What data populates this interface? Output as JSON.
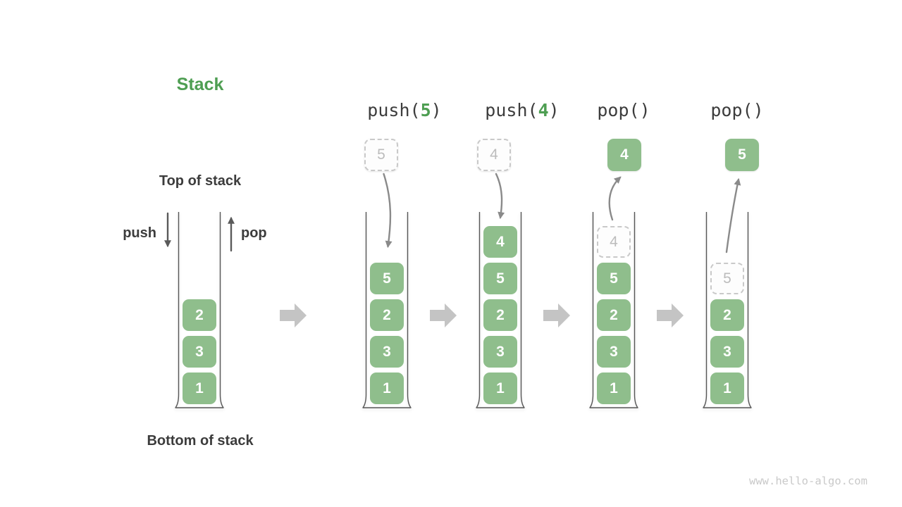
{
  "title": "Stack",
  "watermark": "www.hello-algo.com",
  "labels": {
    "top": "Top of stack",
    "bottom": "Bottom of stack",
    "push": "push",
    "pop": "pop"
  },
  "colors": {
    "accent_green": "#4E9E52",
    "box_green": "#8FBE8C",
    "box_text": "#FFFFFF",
    "dashed_border": "#C9C9C9",
    "dashed_text": "#BCBCBC",
    "dashed_bg": "#FDFDFD",
    "dark_text": "#3C3C3C",
    "arrow_gray": "#8A8A8A",
    "arrow_dark": "#5A5A5A",
    "block_arrow_gray": "#C4C4C4",
    "container_stroke": "#565656",
    "watermark_gray": "#C9C9C9"
  },
  "stacks": [
    {
      "name": "initial",
      "operation": null,
      "floating": null,
      "transfer": null,
      "items": [
        {
          "value": "2",
          "variant": "solid"
        },
        {
          "value": "3",
          "variant": "solid"
        },
        {
          "value": "1",
          "variant": "solid"
        }
      ]
    },
    {
      "name": "push-5",
      "operation": {
        "text_before": "push(",
        "arg": "5",
        "text_after": ")"
      },
      "floating": {
        "value": "5",
        "variant": "dashed"
      },
      "transfer": "into",
      "items": [
        {
          "value": "5",
          "variant": "solid"
        },
        {
          "value": "2",
          "variant": "solid"
        },
        {
          "value": "3",
          "variant": "solid"
        },
        {
          "value": "1",
          "variant": "solid"
        }
      ]
    },
    {
      "name": "push-4",
      "operation": {
        "text_before": "push(",
        "arg": "4",
        "text_after": ")"
      },
      "floating": {
        "value": "4",
        "variant": "dashed"
      },
      "transfer": "into",
      "items": [
        {
          "value": "4",
          "variant": "solid"
        },
        {
          "value": "5",
          "variant": "solid"
        },
        {
          "value": "2",
          "variant": "solid"
        },
        {
          "value": "3",
          "variant": "solid"
        },
        {
          "value": "1",
          "variant": "solid"
        }
      ]
    },
    {
      "name": "pop-4",
      "operation": {
        "text_before": "pop(",
        "arg": "",
        "text_after": ")"
      },
      "floating": {
        "value": "4",
        "variant": "solid"
      },
      "transfer": "out",
      "items": [
        {
          "value": "4",
          "variant": "dashed"
        },
        {
          "value": "5",
          "variant": "solid"
        },
        {
          "value": "2",
          "variant": "solid"
        },
        {
          "value": "3",
          "variant": "solid"
        },
        {
          "value": "1",
          "variant": "solid"
        }
      ]
    },
    {
      "name": "pop-5",
      "operation": {
        "text_before": "pop(",
        "arg": "",
        "text_after": ")"
      },
      "floating": {
        "value": "5",
        "variant": "solid"
      },
      "transfer": "out",
      "items": [
        {
          "value": "5",
          "variant": "dashed"
        },
        {
          "value": "2",
          "variant": "solid"
        },
        {
          "value": "3",
          "variant": "solid"
        },
        {
          "value": "1",
          "variant": "solid"
        }
      ]
    }
  ]
}
